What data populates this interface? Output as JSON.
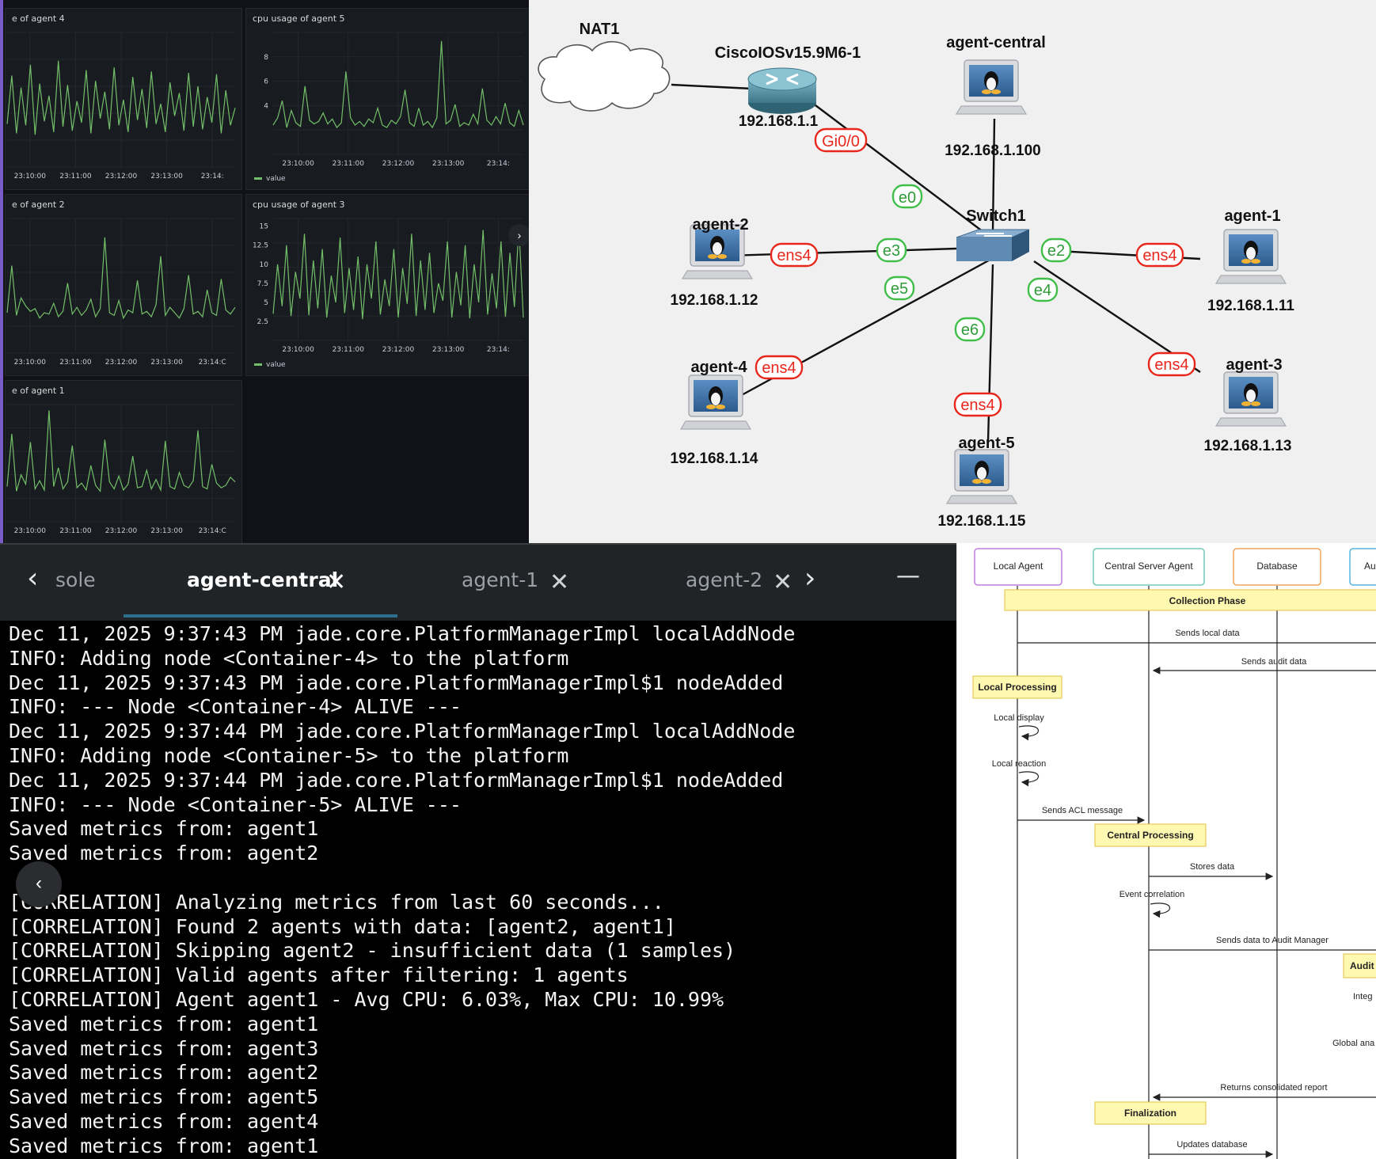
{
  "grafana": {
    "panels": [
      {
        "title": "e of agent 4",
        "xticks": [
          "23:10:00",
          "23:11:00",
          "23:12:00",
          "23:13:00",
          "23:14:"
        ],
        "yticks": [],
        "legend": "",
        "y": [
          3.2,
          6.8,
          2.5,
          5.9,
          3.1,
          7.6,
          2.4,
          6.2,
          3.4,
          5.3,
          2.6,
          7.9,
          3.0,
          6.1,
          2.7,
          4.9,
          3.3,
          7.2,
          2.5,
          6.4,
          3.6,
          5.6,
          2.8,
          7.4,
          3.1,
          5.0,
          2.6,
          6.7,
          3.5,
          5.8,
          2.9,
          7.1,
          3.2,
          4.7,
          2.6,
          6.3,
          3.8,
          5.5,
          2.7,
          7.0,
          3.0,
          6.0,
          2.8,
          5.2,
          3.3,
          6.9,
          2.5,
          5.7,
          3.1,
          4.4
        ]
      },
      {
        "title": "cpu usage of agent 5",
        "xticks": [
          "23:10:00",
          "23:11:00",
          "23:12:00",
          "23:13:00",
          "23:14:"
        ],
        "yticks": [
          "8",
          "6",
          "4"
        ],
        "legend": "value",
        "y": [
          2.4,
          3.0,
          4.4,
          2.2,
          3.6,
          2.6,
          2.3,
          5.6,
          2.8,
          2.5,
          2.7,
          3.4,
          2.5,
          2.9,
          2.2,
          2.6,
          6.8,
          3.0,
          2.4,
          2.7,
          2.3,
          2.9,
          2.6,
          3.8,
          2.4,
          2.2,
          2.8,
          2.5,
          3.1,
          5.3,
          2.6,
          2.3,
          3.8,
          2.4,
          2.7,
          2.2,
          3.0,
          9.3,
          2.5,
          2.8,
          4.1,
          2.3,
          2.6,
          2.4,
          3.3,
          2.5,
          5.4,
          2.8,
          2.4,
          3.1,
          2.5,
          4.2,
          2.6,
          2.3,
          3.6,
          2.4
        ]
      },
      {
        "title": "e of agent 2",
        "xticks": [
          "23:10:00",
          "23:11:00",
          "23:12:00",
          "23:13:00",
          "23:14:C"
        ],
        "yticks": [],
        "legend": "",
        "y": [
          3.0,
          6.5,
          2.8,
          4.1,
          3.5,
          3.1,
          3.3,
          2.6,
          3.0,
          2.9,
          3.7,
          2.7,
          3.1,
          5.2,
          2.9,
          3.4,
          2.8,
          3.2,
          4.0,
          2.7,
          3.3,
          8.6,
          3.0,
          2.8,
          3.9,
          2.6,
          3.2,
          3.0,
          5.4,
          2.9,
          3.1,
          2.7,
          3.6,
          7.2,
          2.8,
          3.4,
          3.0,
          2.6,
          3.3,
          5.8,
          2.9,
          3.1,
          2.7,
          4.7,
          3.0,
          2.8,
          5.5,
          3.2,
          2.9,
          3.4
        ]
      },
      {
        "title": "cpu usage of agent 3",
        "xticks": [
          "23:10:00",
          "23:11:00",
          "23:12:00",
          "23:13:00",
          "23:14:"
        ],
        "yticks": [
          "15",
          "12.5",
          "10",
          "7.5",
          "5",
          "2.5"
        ],
        "legend": "value",
        "y": [
          3.5,
          10.0,
          4.5,
          12.5,
          3.2,
          9.0,
          5.5,
          14.0,
          3.3,
          10.5,
          4.2,
          12.0,
          3.0,
          8.5,
          5.0,
          13.5,
          3.6,
          9.5,
          4.0,
          11.0,
          2.8,
          10.0,
          5.5,
          13.0,
          3.4,
          8.0,
          4.5,
          12.0,
          3.0,
          9.5,
          4.8,
          14.0,
          3.2,
          10.5,
          4.0,
          11.5,
          3.6,
          7.5,
          5.2,
          13.0,
          3.0,
          9.0,
          4.6,
          12.5,
          2.9,
          10.0,
          5.0,
          14.5,
          3.4,
          8.8,
          4.2,
          13.0,
          3.1,
          11.5,
          4.4,
          15.0,
          3.0
        ]
      },
      {
        "title": "e of agent 1",
        "xticks": [
          "23:10:00",
          "23:11:00",
          "23:12:00",
          "23:13:00",
          "23:14:C"
        ],
        "yticks": [],
        "legend": "",
        "y": [
          3.0,
          7.5,
          2.6,
          4.0,
          3.2,
          6.8,
          2.8,
          3.5,
          2.7,
          9.5,
          3.0,
          4.6,
          2.8,
          3.4,
          6.5,
          2.9,
          3.3,
          2.7,
          4.8,
          3.1,
          2.6,
          7.0,
          3.4,
          2.8,
          3.9,
          2.7,
          3.2,
          5.6,
          2.9,
          3.0,
          4.4,
          2.8,
          3.6,
          2.7,
          6.9,
          3.0,
          2.8,
          4.2,
          3.1,
          2.9,
          3.5,
          7.8,
          3.0,
          2.8,
          4.9,
          3.3,
          2.9,
          3.1,
          3.8,
          3.4
        ]
      }
    ],
    "nav_icon": "chevron-right-icon",
    "series_color": "#73bf69"
  },
  "topology": {
    "cloud_label": "NAT1",
    "router": {
      "name": "CiscoIOSv15.9M6-1",
      "ip": "192.168.1.1"
    },
    "switch": {
      "name": "Switch1"
    },
    "hosts": [
      {
        "key": "central",
        "name": "agent-central",
        "ip": "192.168.1.100"
      },
      {
        "key": "a2",
        "name": "agent-2",
        "ip": "192.168.1.12"
      },
      {
        "key": "a1",
        "name": "agent-1",
        "ip": "192.168.1.11"
      },
      {
        "key": "a4",
        "name": "agent-4",
        "ip": "192.168.1.14"
      },
      {
        "key": "a3",
        "name": "agent-3",
        "ip": "192.168.1.13"
      },
      {
        "key": "a5",
        "name": "agent-5",
        "ip": "192.168.1.15"
      }
    ],
    "port_labels": {
      "gi0": "Gi0/0",
      "e0": "e0",
      "e3": "e3",
      "e2": "e2",
      "e5": "e5",
      "e4": "e4",
      "e6": "e6",
      "ens4_a2": "ens4",
      "ens4_a1": "ens4",
      "ens4_a4": "ens4",
      "ens4_a3": "ens4",
      "ens4_a5": "ens4"
    },
    "colors": {
      "red_port": "#e8271c",
      "green_port": "#3fbf4a",
      "background": "#f0f0f0"
    }
  },
  "terminal": {
    "tabs": [
      {
        "label": "sole",
        "active": false,
        "closable": false
      },
      {
        "label": "agent-central",
        "active": true,
        "closable": true
      },
      {
        "label": "agent-1",
        "active": false,
        "closable": true
      },
      {
        "label": "agent-2",
        "active": false,
        "closable": true
      }
    ],
    "close_glyph": "✕",
    "prev_glyph": "‹",
    "next_glyph": "›",
    "minimize_glyph": "—",
    "back_glyph": "‹",
    "lines": [
      "Dec 11, 2025 9:37:43 PM jade.core.PlatformManagerImpl localAddNode",
      "INFO: Adding node <Container-4> to the platform",
      "Dec 11, 2025 9:37:43 PM jade.core.PlatformManagerImpl$1 nodeAdded",
      "INFO: --- Node <Container-4> ALIVE ---",
      "Dec 11, 2025 9:37:44 PM jade.core.PlatformManagerImpl localAddNode",
      "INFO: Adding node <Container-5> to the platform",
      "Dec 11, 2025 9:37:44 PM jade.core.PlatformManagerImpl$1 nodeAdded",
      "INFO: --- Node <Container-5> ALIVE ---",
      "Saved metrics from: agent1",
      "Saved metrics from: agent2",
      "",
      "[CORRELATION] Analyzing metrics from last 60 seconds...",
      "[CORRELATION] Found 2 agents with data: [agent2, agent1]",
      "[CORRELATION] Skipping agent2 - insufficient data (1 samples)",
      "[CORRELATION] Valid agents after filtering: 1 agents",
      "[CORRELATION] Agent agent1 - Avg CPU: 6.03%, Max CPU: 10.99%",
      "Saved metrics from: agent1",
      "Saved metrics from: agent3",
      "Saved metrics from: agent2",
      "Saved metrics from: agent5",
      "Saved metrics from: agent4",
      "Saved metrics from: agent1"
    ]
  },
  "sequence": {
    "participants": [
      {
        "label": "Local Agent",
        "border": "#c07fe0",
        "fill": "#ffffff"
      },
      {
        "label": "Central Server Agent",
        "border": "#6fcab8",
        "fill": "#ffffff"
      },
      {
        "label": "Database",
        "border": "#f0a45c",
        "fill": "#ffffff"
      },
      {
        "label": "Au",
        "border": "#56b6e0",
        "fill": "#ffffff"
      }
    ],
    "phases": [
      "Collection Phase",
      "Local Processing",
      "Central Processing",
      "Audit",
      "Finalization"
    ],
    "messages": [
      "Sends local data",
      "Sends audit data",
      "Local display",
      "Local reaction",
      "Sends ACL message",
      "Stores data",
      "Event correlation",
      "Sends data to Audit Manager",
      "Integ",
      "Global ana",
      "Returns consolidated report",
      "Updates database"
    ],
    "phase_fill": "#fff8b0",
    "phase_border": "#e0c040"
  }
}
